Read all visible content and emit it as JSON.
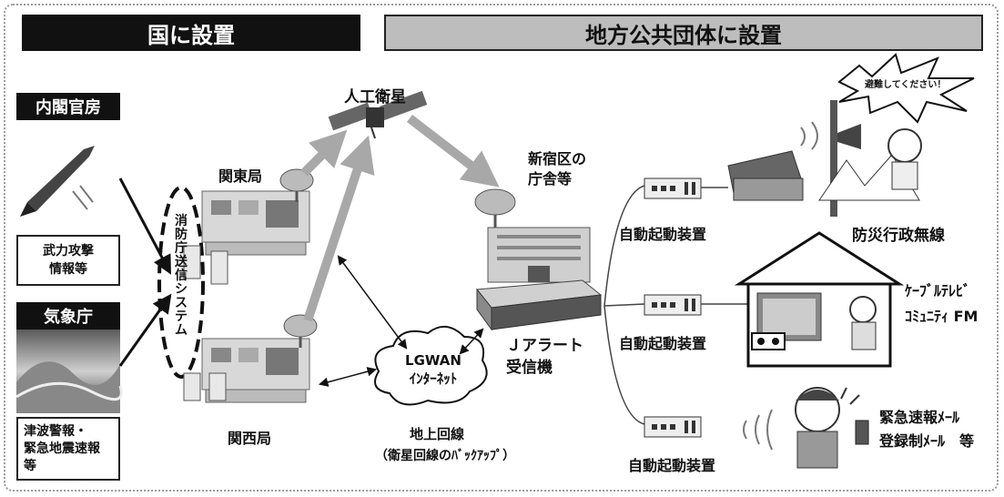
{
  "header": {
    "national": "国に設置",
    "local": "地方公共団体に設置"
  },
  "national": {
    "cabinet": "内閣官房",
    "armed_attack_line1": "武力攻撃",
    "armed_attack_line2": "情報等",
    "meteorological": "気象庁",
    "tsunami_line1": "津波警報・",
    "tsunami_line2": "緊急地震速報",
    "tsunami_line3": "等"
  },
  "fdma_system": "消防庁送信システム",
  "stations": {
    "kanto": "関東局",
    "kansai": "関西局"
  },
  "satellite": "人工衛星",
  "shinjuku_line1": "新宿区の",
  "shinjuku_line2": "庁舎等",
  "lgwan_line1": "LGWAN",
  "lgwan_line2": "ｲﾝﾀｰﾈｯﾄ",
  "ground_line": "地上回線",
  "ground_line_note": "（衛星回線のﾊﾞｯｸｱｯﾌﾟ）",
  "jalert_line1": "Ｊアラート",
  "jalert_line2": "受信機",
  "auto_start_1": "自動起動装置",
  "auto_start_2": "自動起動装置",
  "auto_start_3": "自動起動装置",
  "outputs": {
    "disaster_radio": "防災行政無線",
    "cable_tv": "ｹｰﾌﾞﾙﾃﾚﾋﾞ",
    "community_fm": "ｺﾐｭﾆﾃｨ FM",
    "emergency_mail": "緊急速報ﾒｰﾙ",
    "registered_mail": "登録制ﾒｰﾙ　等"
  },
  "evacuation_message": "避難してください！",
  "colors": {
    "arrow_gray": "#a8a8a8",
    "header_dark": "#111111",
    "header_light": "#bdbdbd"
  }
}
